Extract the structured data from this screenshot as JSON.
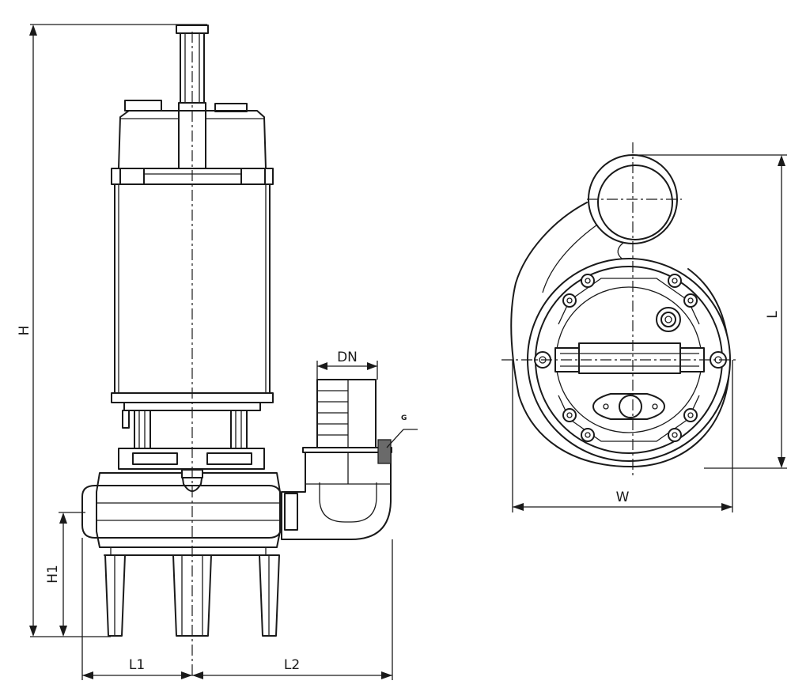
{
  "diagram": {
    "labels": {
      "H": "H",
      "H1": "H1",
      "L1": "L1",
      "L2": "L2",
      "DN": "DN",
      "G": "G",
      "L": "L",
      "W": "W"
    },
    "colors": {
      "line": "#1a1a1a",
      "background": "#ffffff"
    }
  }
}
